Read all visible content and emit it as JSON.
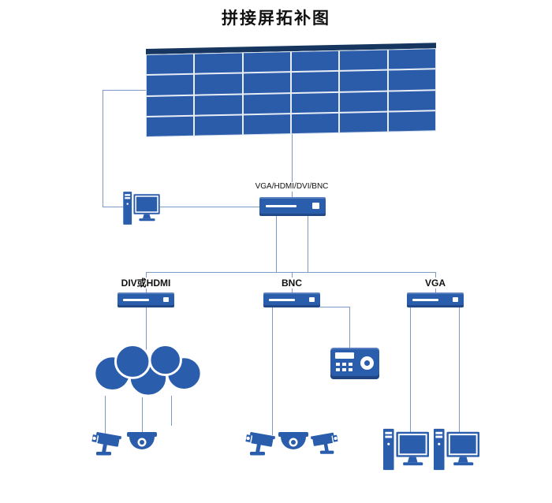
{
  "title": "拼接屏拓补图",
  "colors": {
    "device_blue": "#2b5dad",
    "device_dark": "#17365f",
    "wall_cell": "#2b5caa",
    "line": "#7b9ac7",
    "text": "#111111",
    "background": "#ffffff"
  },
  "video_wall": {
    "rows": 4,
    "cols": 6
  },
  "labels": {
    "processor": "VGA/HDMI/DVI/BNC",
    "decoder_left": "DIV或HDMI",
    "decoder_middle": "BNC",
    "decoder_right": "VGA"
  },
  "icons": [
    "video-wall",
    "workstation-pc",
    "video-processor",
    "signal-decoder",
    "network-cloud",
    "control-keyboard",
    "bullet-camera",
    "dome-camera",
    "desktop-computer"
  ]
}
